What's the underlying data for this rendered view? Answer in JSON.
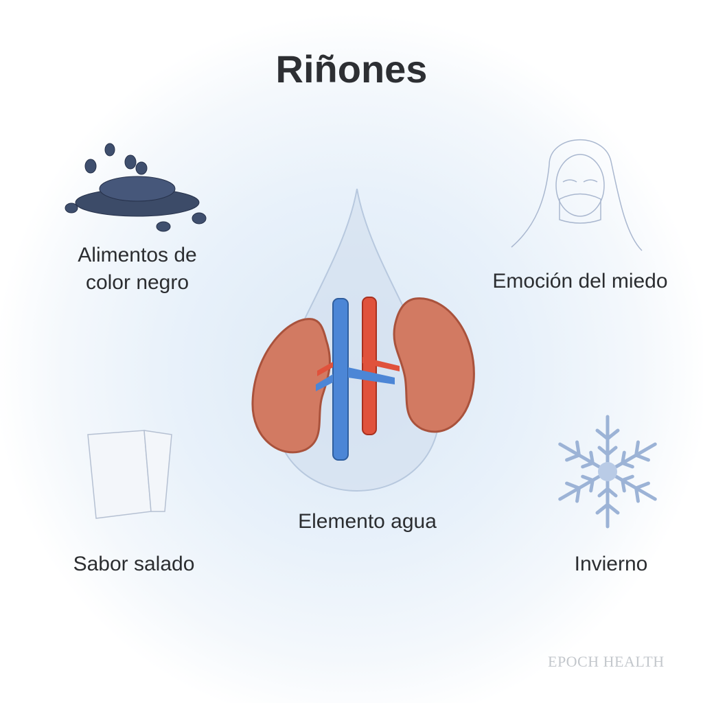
{
  "title": "Riñones",
  "items": {
    "black_foods": "Alimentos de color negro",
    "fear": "Emoción del miedo",
    "salty": "Sabor salado",
    "water": "Elemento agua",
    "winter": "Invierno"
  },
  "watermark": "EPOCH HEALTH"
}
